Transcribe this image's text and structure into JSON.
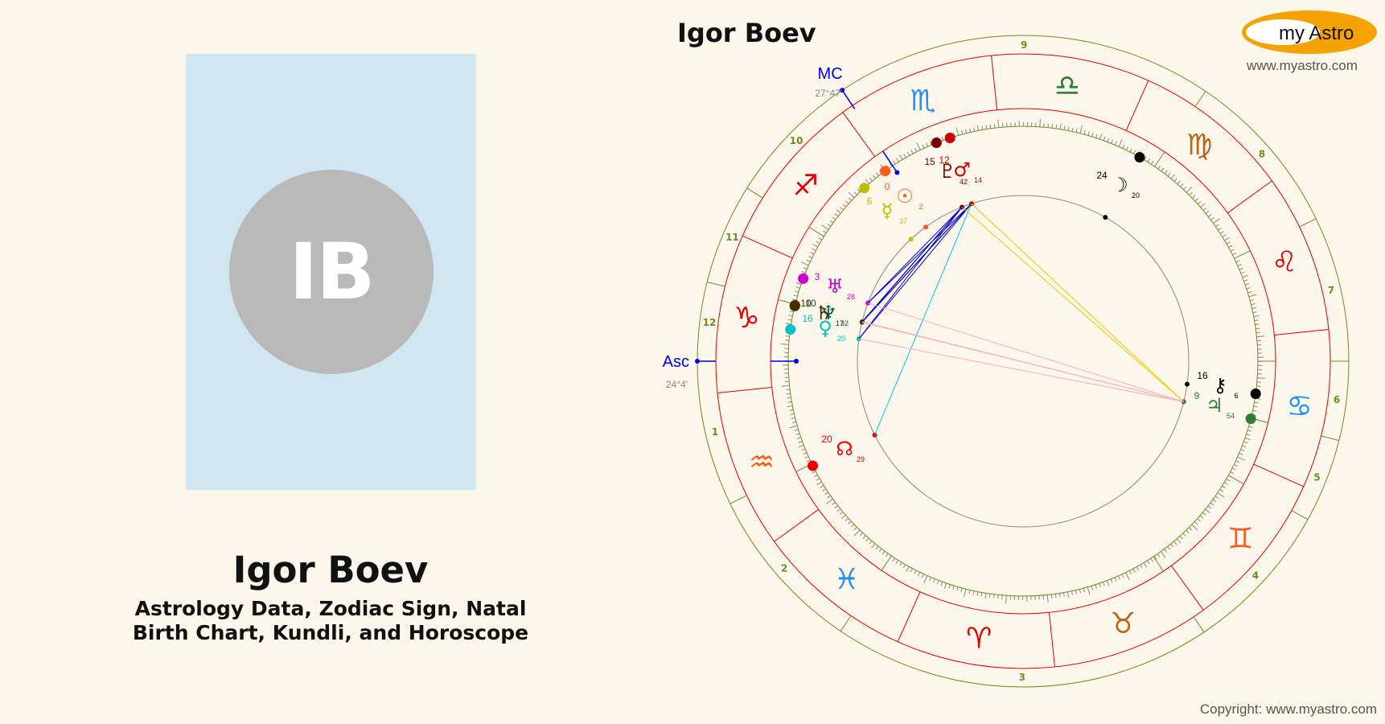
{
  "profile": {
    "initials": "IB",
    "name": "Igor Boev",
    "subtitle_line1": "Astrology Data, Zodiac Sign, Natal",
    "subtitle_line2": "Birth Chart, Kundli, and Horoscope"
  },
  "chart": {
    "title": "Igor Boev",
    "asc_label": "Asc",
    "asc_degree": "24°4'",
    "mc_label": "MC",
    "mc_degree": "27°47'",
    "house_numbers": [
      "1",
      "2",
      "3",
      "4",
      "5",
      "6",
      "7",
      "8",
      "9",
      "10",
      "11",
      "12"
    ],
    "signs": [
      "aries",
      "taurus",
      "gemini",
      "cancer",
      "leo",
      "virgo",
      "libra",
      "scorpio",
      "sagittarius",
      "capricorn",
      "aquarius",
      "pisces"
    ],
    "planets": [
      {
        "name": "sun",
        "glyph": "☉",
        "deg": "0",
        "min": "2",
        "color": "#ff5a1f"
      },
      {
        "name": "mercury",
        "glyph": "☿",
        "deg": "6",
        "min": "37",
        "color": "#b5c400"
      },
      {
        "name": "pluto",
        "glyph": "♇",
        "deg": "15",
        "min": "42",
        "color": "#7a0000"
      },
      {
        "name": "mars",
        "glyph": "♂",
        "deg": "12",
        "min": "14",
        "color": "#cc0000"
      },
      {
        "name": "moon",
        "glyph": "☽",
        "deg": "24",
        "min": "20",
        "color": "#000000"
      },
      {
        "name": "uranus",
        "glyph": "♅",
        "deg": "3",
        "min": "28",
        "color": "#cc00cc"
      },
      {
        "name": "neptune",
        "glyph": "♆",
        "deg": "10",
        "min": "32",
        "color": "#006644"
      },
      {
        "name": "saturn",
        "glyph": "♄",
        "deg": "10",
        "min": "17",
        "color": "#4a2a00"
      },
      {
        "name": "venus",
        "glyph": "♀",
        "deg": "16",
        "min": "20",
        "color": "#00c0c8"
      },
      {
        "name": "chiron",
        "glyph": "⚷",
        "deg": "16",
        "min": "6",
        "color": "#000000"
      },
      {
        "name": "jupiter",
        "glyph": "♃",
        "deg": "9",
        "min": "54",
        "color": "#2e7d32"
      },
      {
        "name": "north-node",
        "glyph": "☊",
        "deg": "20",
        "min": "29",
        "color": "#ee0000"
      }
    ]
  },
  "branding": {
    "logo_text": "my Astro",
    "url": "www.myastro.com",
    "copyright": "Copyright: www.myastro.com"
  }
}
